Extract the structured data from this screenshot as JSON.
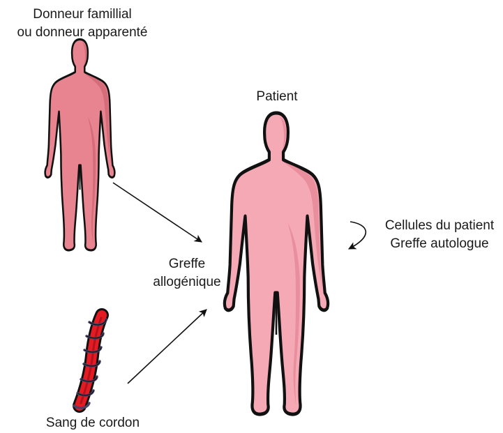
{
  "colors": {
    "background": "#ffffff",
    "donor_skin": "#e8848f",
    "donor_shadow": "#d46c79",
    "patient_skin": "#f4a9b4",
    "patient_shadow": "#e88e9c",
    "outline": "#111111",
    "cord_red": "#e41b23",
    "cord_wrap": "#4a4468",
    "arrow": "#111111"
  },
  "icons": {
    "donor": "human-silhouette-icon",
    "patient": "human-silhouette-icon",
    "cord": "umbilical-cord-icon",
    "arrow": "arrow-icon",
    "curved_arrow": "curved-arrow-icon"
  },
  "labels": {
    "donor": [
      "Donneur famillial",
      "ou donneur apparenté"
    ],
    "patient": "Patient",
    "autologous": [
      "Cellules du patient",
      "Greffe autologue"
    ],
    "allogeneic": [
      "Greffe",
      "allogénique"
    ],
    "cord": "Sang de cordon"
  }
}
